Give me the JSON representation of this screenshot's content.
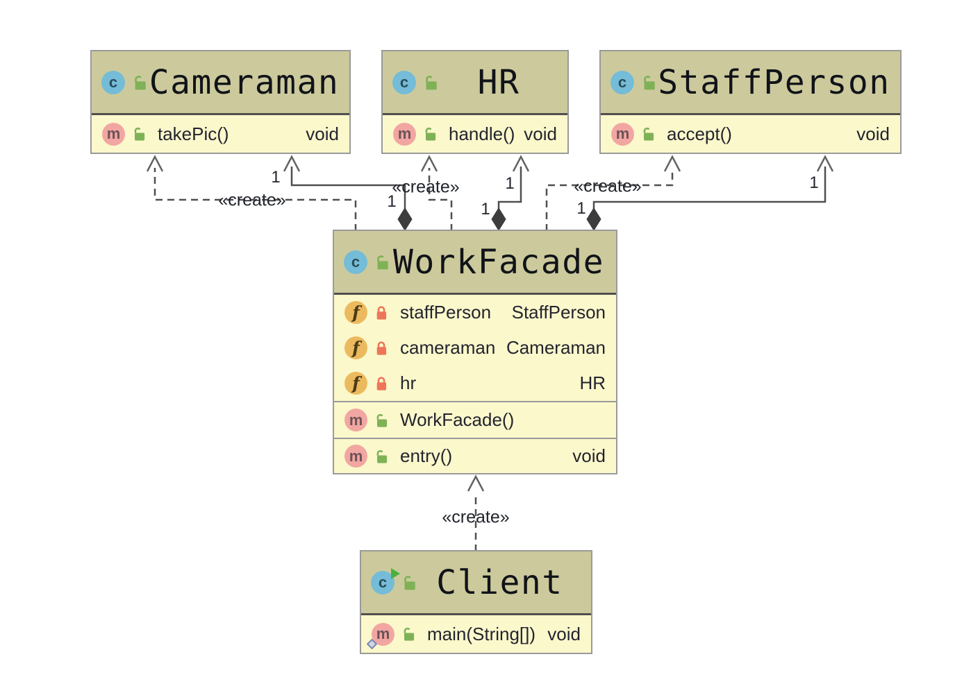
{
  "diagram_type": "uml-class-diagram",
  "colors": {
    "canvas-bg": "#ffffff",
    "node-header-bg": "#ccca9c",
    "node-body-bg": "#fbf8cc",
    "node-border": "#9a9a9a",
    "header-separator": "#4f4f4f",
    "edge-line": "#4f4f4f",
    "edge-arrow": "#636363",
    "edge-diamond": "#3d3d3d",
    "edge-label": "#20242b",
    "title-text": "#111319",
    "member-text": "#24242e",
    "class-icon-bg": "#74bcd7",
    "class-icon-fg": "#2b4c59",
    "method-icon-bg": "#f2a6a2",
    "method-icon-fg": "#6d5258",
    "field-icon-bg": "#ecba5e",
    "field-icon-fg": "#4a3b16",
    "unlock-icon": "#7fb256",
    "lock-icon": "#ed7658",
    "run-overlay": "#4caf3f",
    "static-overlay": "#7787ad"
  },
  "icons": {
    "class_letter": "c",
    "method_letter": "m",
    "field_letter": "f",
    "unlock_meaning": "unlocked-padlock",
    "lock_meaning": "locked-padlock"
  },
  "nodes": {
    "cameraman": {
      "title": "Cameraman",
      "methods": [
        {
          "name": "takePic()",
          "type": "void"
        }
      ]
    },
    "hr": {
      "title": "HR",
      "methods": [
        {
          "name": "handle()",
          "type": "void"
        }
      ]
    },
    "staffperson": {
      "title": "StaffPerson",
      "methods": [
        {
          "name": "accept()",
          "type": "void"
        }
      ]
    },
    "workfacade": {
      "title": "WorkFacade",
      "fields": [
        {
          "name": "staffPerson",
          "type": "StaffPerson"
        },
        {
          "name": "cameraman",
          "type": "Cameraman"
        },
        {
          "name": "hr",
          "type": "HR"
        }
      ],
      "constructors": [
        {
          "name": "WorkFacade()",
          "type": ""
        }
      ],
      "methods": [
        {
          "name": "entry()",
          "type": "void"
        }
      ]
    },
    "client": {
      "title": "Client",
      "methods": [
        {
          "name": "main(String[])",
          "type": "void"
        }
      ]
    }
  },
  "edges": {
    "create_label": "«create»",
    "multiplicity_one": "1",
    "relationships": [
      {
        "from": "WorkFacade",
        "to": "Cameraman",
        "kind": "create-dependency",
        "style": "dashed-open-arrow"
      },
      {
        "from": "WorkFacade",
        "to": "Cameraman",
        "kind": "aggregation",
        "multiplicity_source": "1",
        "multiplicity_target": "1",
        "style": "solid-open-arrow-filled-diamond"
      },
      {
        "from": "WorkFacade",
        "to": "HR",
        "kind": "create-dependency",
        "style": "dashed-open-arrow"
      },
      {
        "from": "WorkFacade",
        "to": "HR",
        "kind": "aggregation",
        "multiplicity_source": "1",
        "multiplicity_target": "1",
        "style": "solid-open-arrow-filled-diamond"
      },
      {
        "from": "WorkFacade",
        "to": "StaffPerson",
        "kind": "create-dependency",
        "style": "dashed-open-arrow"
      },
      {
        "from": "WorkFacade",
        "to": "StaffPerson",
        "kind": "aggregation",
        "multiplicity_source": "1",
        "multiplicity_target": "1",
        "style": "solid-open-arrow-filled-diamond"
      },
      {
        "from": "Client",
        "to": "WorkFacade",
        "kind": "create-dependency",
        "style": "dashed-open-arrow"
      }
    ]
  }
}
